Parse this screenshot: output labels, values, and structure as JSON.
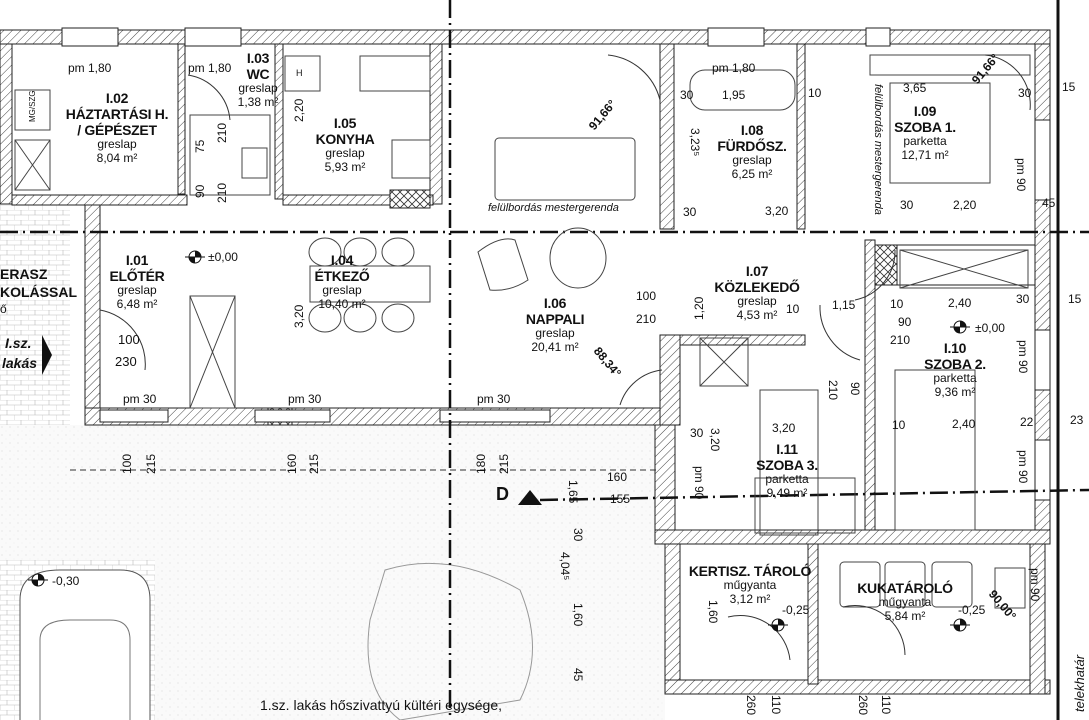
{
  "rooms": [
    {
      "no": "I.02",
      "name": "HÁZTARTÁSI H.",
      "name2": "/ GÉPÉSZET",
      "floor": "greslap",
      "area": "8,04 m²"
    },
    {
      "no": "I.03",
      "name": "WC",
      "floor": "greslap",
      "area": "1,38 m²"
    },
    {
      "no": "I.05",
      "name": "KONYHA",
      "floor": "greslap",
      "area": "5,93 m²"
    },
    {
      "no": "I.08",
      "name": "FÜRDŐSZ.",
      "floor": "greslap",
      "area": "6,25 m²"
    },
    {
      "no": "I.09",
      "name": "SZOBA 1.",
      "floor": "parketta",
      "area": "12,71 m²"
    },
    {
      "no": "I.01",
      "name": "ELŐTÉR",
      "floor": "greslap",
      "area": "6,48 m²"
    },
    {
      "no": "I.04",
      "name": "ÉTKEZŐ",
      "floor": "greslap",
      "area": "10,40 m²"
    },
    {
      "no": "I.06",
      "name": "NAPPALI",
      "floor": "greslap",
      "area": "20,41 m²"
    },
    {
      "no": "I.07",
      "name": "KÖZLEKEDŐ",
      "floor": "greslap",
      "area": "4,53 m²"
    },
    {
      "no": "I.10",
      "name": "SZOBA 2.",
      "floor": "parketta",
      "area": "9,36 m²"
    },
    {
      "no": "I.11",
      "name": "SZOBA 3.",
      "floor": "parketta",
      "area": "9,49 m²"
    },
    {
      "name": "KERTISZ. TÁROLÓ",
      "floor": "műgyanta",
      "area": "3,12 m²"
    },
    {
      "name": "KUKATÁROLÓ",
      "floor": "műgyanta",
      "area": "5,84 m²"
    }
  ],
  "terrace": {
    "line1": "ERASZ",
    "line2": "KOLÁSSAL",
    "line3": "ő"
  },
  "entrance": {
    "line1": "I.sz.",
    "line2": "lakás"
  },
  "notes": {
    "beam": "felülbordás mestergerenda",
    "heatpump": "1.sz. lakás hőszivattyú kültéri egysége,",
    "boundary": "telekhatár",
    "section": "D",
    "equip_label": "MG/SZG",
    "hob": "H"
  },
  "levels": [
    "±0,00",
    "±0,00",
    "-0,30",
    "-0,25",
    "-0,25"
  ],
  "angles": [
    "91,66°",
    "91,66°",
    "88,34°",
    "90,00°"
  ],
  "sills": {
    "pm180": "pm 1,80",
    "pm30": "pm 30",
    "pm90": "pm 90"
  },
  "dims": {
    "d195": "1,95",
    "d365": "3,65",
    "d30": "30",
    "d10": "10",
    "d15": "15",
    "d220": "2,20",
    "d320": "3,20",
    "d45": "45",
    "d240": "2,40",
    "d115": "1,15",
    "d22": "22",
    "d23": "23",
    "d100": "100",
    "d210": "210",
    "d230": "230",
    "d75": "75",
    "d90": "90",
    "d120": "1,20",
    "d3235": "3,23⁵",
    "d160": "1,60",
    "d165": "1,65",
    "d4045": "4,04⁵",
    "d215": "215",
    "d180": "180",
    "d160b": "160",
    "d155": "155",
    "d260": "260",
    "d110": "110",
    "d100b": "100"
  }
}
